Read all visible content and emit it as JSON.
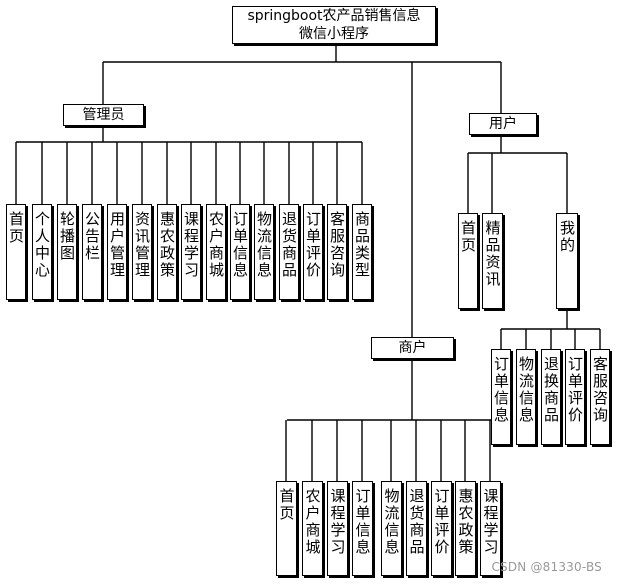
{
  "root": {
    "title": "springboot农产品销售信息微信小程序"
  },
  "admin": {
    "label": "管理员",
    "children": [
      "首页",
      "个人中心",
      "轮播图",
      "公告栏",
      "用户管理",
      "资讯管理",
      "惠农政策",
      "课程学习",
      "农户商城",
      "订单信息",
      "物流信息",
      "退货商品",
      "订单评价",
      "客服咨询",
      "商品类型"
    ]
  },
  "merchant": {
    "label": "商户",
    "children": [
      "首页",
      "农户商城",
      "课程学习",
      "订单信息",
      "物流信息",
      "退货商品",
      "订单评价",
      "惠农政策",
      "课程学习"
    ]
  },
  "user": {
    "label": "用户",
    "children": [
      "首页",
      "精品资讯",
      "我的"
    ]
  },
  "mine": {
    "children": [
      "订单信息",
      "物流信息",
      "退换商品",
      "订单评价",
      "客服咨询"
    ]
  },
  "watermark": "CSDN @81330-BS",
  "colors": {
    "line": "#000000",
    "box_border": "#000000",
    "background": "#ffffff",
    "watermark": "#999999"
  }
}
